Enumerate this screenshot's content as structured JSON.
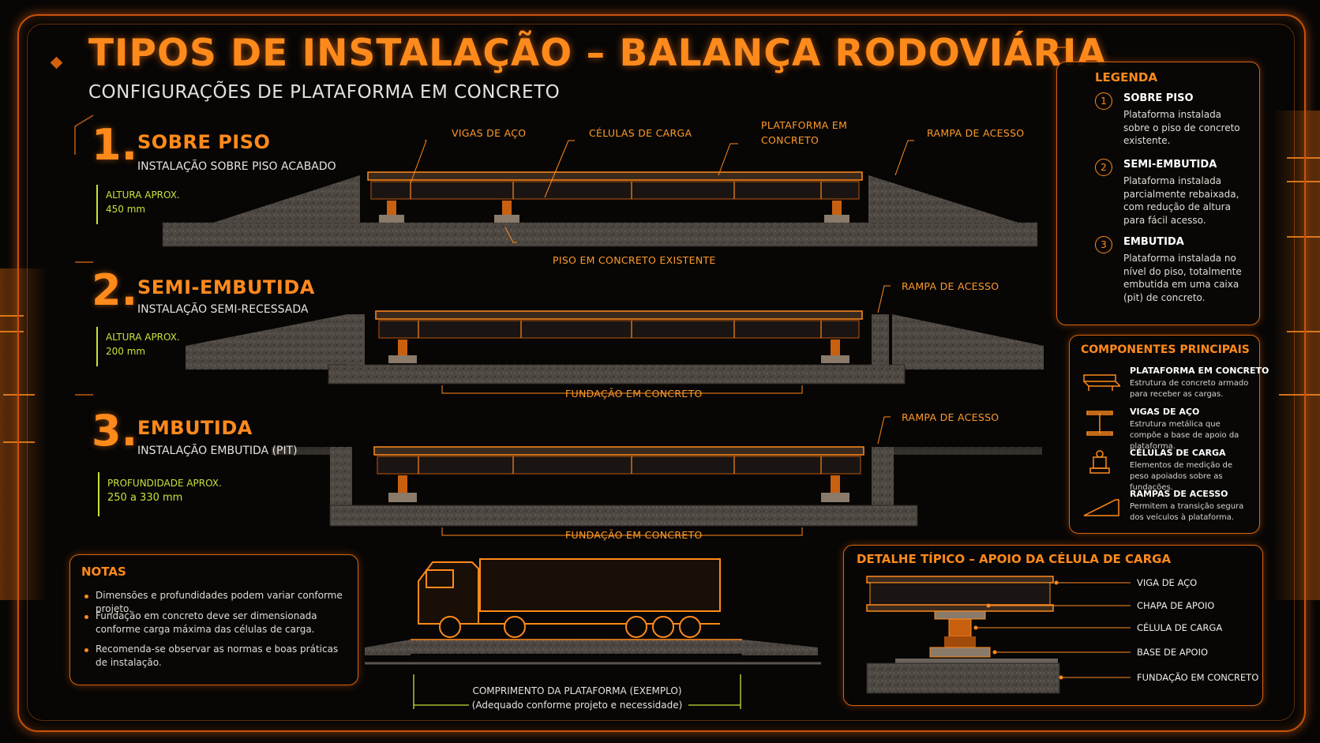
{
  "header": {
    "title": "TIPOS DE INSTALAÇÃO – BALANÇA RODOVIÁRIA",
    "subtitle": "CONFIGURAÇÕES DE PLATAFORMA EM CONCRETO"
  },
  "sections": [
    {
      "number": "1.",
      "name": "SOBRE PISO",
      "subtitle": "INSTALAÇÃO SOBRE PISO ACABADO",
      "height_label": "ALTURA APROX.",
      "height_value": "450 mm",
      "callouts": {
        "beams": "VIGAS DE AÇO",
        "cells": "CÉLULAS DE CARGA",
        "platform_1": "PLATAFORMA EM",
        "platform_2": "CONCRETO",
        "ramp": "RAMPA DE ACESSO",
        "floor": "PISO EM CONCRETO EXISTENTE"
      }
    },
    {
      "number": "2.",
      "name": "SEMI-EMBUTIDA",
      "subtitle": "INSTALAÇÃO SEMI-RECESSADA",
      "height_label": "ALTURA APROX.",
      "height_value": "200 mm",
      "callouts": {
        "ramp": "RAMPA DE ACESSO",
        "foundation": "FUNDAÇÃO EM CONCRETO"
      }
    },
    {
      "number": "3.",
      "name": "EMBUTIDA",
      "subtitle": "INSTALAÇÃO EMBUTIDA (PIT)",
      "height_label": "PROFUNDIDADE APROX.",
      "height_value": "250 a 330 mm",
      "callouts": {
        "ramp": "RAMPA DE ACESSO",
        "foundation": "FUNDAÇÃO EM CONCRETO"
      }
    }
  ],
  "legend": {
    "title": "LEGENDA",
    "items": [
      {
        "num": "1",
        "name": "SOBRE PISO",
        "desc": "Plataforma instalada sobre o piso de concreto existente."
      },
      {
        "num": "2",
        "name": "SEMI-EMBUTIDA",
        "desc": "Plataforma instalada parcialmente rebaixada, com redução de altura para fácil acesso."
      },
      {
        "num": "3",
        "name": "EMBUTIDA",
        "desc": "Plataforma instalada no nível do piso, totalmente embutida em uma caixa (pit) de concreto."
      }
    ]
  },
  "components": {
    "title": "COMPONENTES PRINCIPAIS",
    "items": [
      {
        "icon": "platform-icon",
        "name": "PLATAFORMA EM CONCRETO",
        "desc": "Estrutura de concreto armado para receber as cargas."
      },
      {
        "icon": "i-beam-icon",
        "name": "VIGAS DE AÇO",
        "desc": "Estrutura metálica que compõe a base de apoio da plataforma."
      },
      {
        "icon": "load-cell-icon",
        "name": "CÉLULAS DE CARGA",
        "desc": "Elementos de medição de peso apoiados sobre as fundações."
      },
      {
        "icon": "ramp-icon",
        "name": "RAMPAS DE ACESSO",
        "desc": "Permitem a transição segura dos veículos à plataforma."
      }
    ]
  },
  "notes": {
    "title": "NOTAS",
    "items": [
      "Dimensões e profundidades podem variar conforme projeto.",
      "Fundação em concreto deve ser dimensionada conforme carga máxima das células de carga.",
      "Recomenda-se observar as normas e boas práticas de instalação."
    ]
  },
  "truck": {
    "length_label": "COMPRIMENTO DA PLATAFORMA (EXEMPLO)",
    "length_note": "(Adequado conforme projeto e necessidade)"
  },
  "detail": {
    "title": "DETALHE TÍPICO – APOIO DA CÉLULA DE CARGA",
    "labels": [
      "VIGA DE AÇO",
      "CHAPA DE APOIO",
      "CÉLULA DE CARGA",
      "BASE DE APOIO",
      "FUNDAÇÃO EM CONCRETO"
    ]
  },
  "colors": {
    "accent": "#ff8a1c",
    "frame": "#c8520a",
    "height_marker": "#c9e03a",
    "concrete": "#5a544e",
    "background": "#070605"
  }
}
